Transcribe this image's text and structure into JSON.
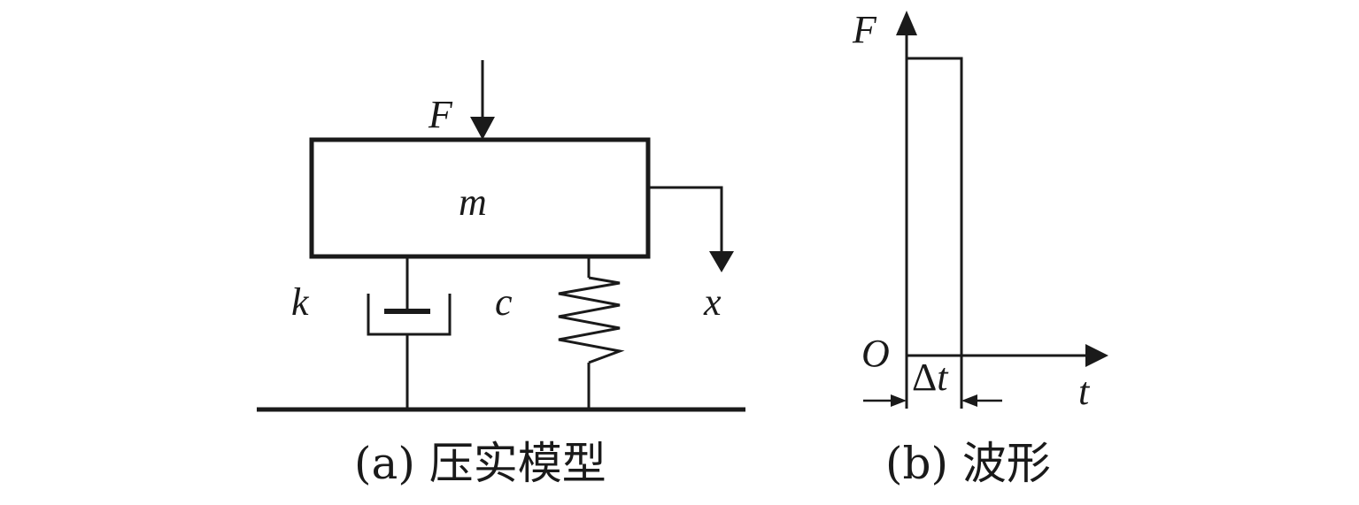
{
  "panel_a": {
    "force_label": "F",
    "mass_label": "m",
    "stiffness_label": "k",
    "damping_label": "c",
    "displacement_label": "x",
    "caption": "(a) 压实模型"
  },
  "panel_b": {
    "y_axis_label": "F",
    "x_axis_label": "t",
    "origin_label": "O",
    "duration_label": "Δ",
    "duration_var": "t",
    "caption": "(b) 波形"
  },
  "colors": {
    "ink": "#1a1a1a",
    "background": "#ffffff"
  }
}
